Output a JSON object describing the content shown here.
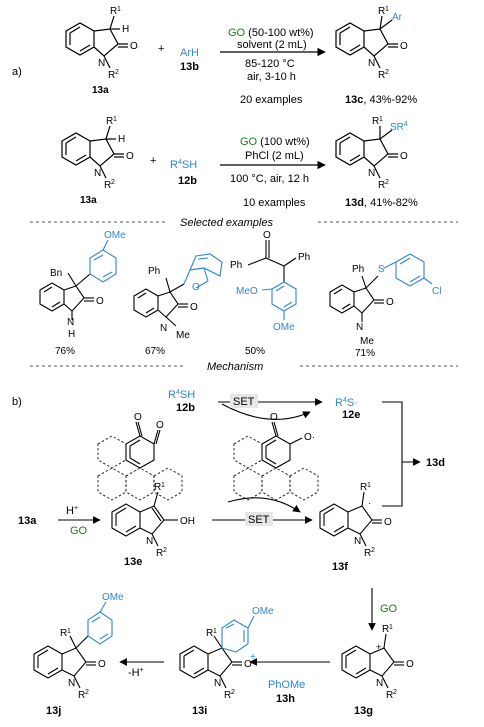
{
  "part_a_label": "a)",
  "part_b_label": "b)",
  "reaction1": {
    "reactant1": "13a",
    "reactant2": "ArH",
    "reactant2_id": "13b",
    "plus": "+",
    "catalyst_prefix": "GO",
    "catalyst_rest": " (50-100 wt%)",
    "solvent": "solvent (2 mL)",
    "temperature": "85-120 °C",
    "atmosphere": "air, 3-10 h",
    "examples": "20 examples",
    "product": "13c",
    "yield": ", 43%-92%",
    "r1": "R",
    "r2": "R",
    "ar": "Ar"
  },
  "reaction2": {
    "reactant1": "13a",
    "reactant2": "R",
    "reactant2_suffix": "SH",
    "reactant2_id": "12b",
    "plus": "+",
    "catalyst_prefix": "GO",
    "catalyst_rest": " (100 wt%)",
    "solvent": "PhCl (2 mL)",
    "conditions": "100 °C, air, 12 h",
    "examples": "10 examples",
    "product": "13d",
    "yield": ", 41%-82%",
    "sr": "SR"
  },
  "sections": {
    "selected": "Selected examples",
    "mechanism": "Mechanism"
  },
  "examples": [
    {
      "yield": "76%",
      "sub1": "Bn",
      "sub2": "OMe",
      "nh": "N",
      "h": "H"
    },
    {
      "yield": "67%",
      "sub1": "Ph",
      "o": "O",
      "me": "Me"
    },
    {
      "yield": "50%",
      "ph1": "Ph",
      "ph2": "Ph",
      "o": "O",
      "meo": "MeO",
      "ome": "OMe"
    },
    {
      "yield": "71%",
      "ph": "Ph",
      "s": "S",
      "cl": "Cl",
      "me": "Me"
    }
  ],
  "mechanism": {
    "r4sh": "R",
    "r4sh_suffix": "SH",
    "r4sh_id": "12b",
    "set": "SET",
    "r4s": "R",
    "r4s_suffix": "S·",
    "r4s_id": "12e",
    "product": "13d",
    "start": "13a",
    "h_plus": "H",
    "go": "GO",
    "enol": "13e",
    "oh": "OH",
    "radical": "13f",
    "go2": "GO",
    "cation": "13g",
    "nucleophile": "PhOMe",
    "nucleophile_id": "13h",
    "sigma": "13i",
    "minus_h": "-H",
    "final": "13j",
    "ome1": "OMe",
    "ome2": "OMe"
  },
  "colors": {
    "blue": "#2f86d6",
    "green": "#1d7a1d",
    "black": "#000000"
  }
}
